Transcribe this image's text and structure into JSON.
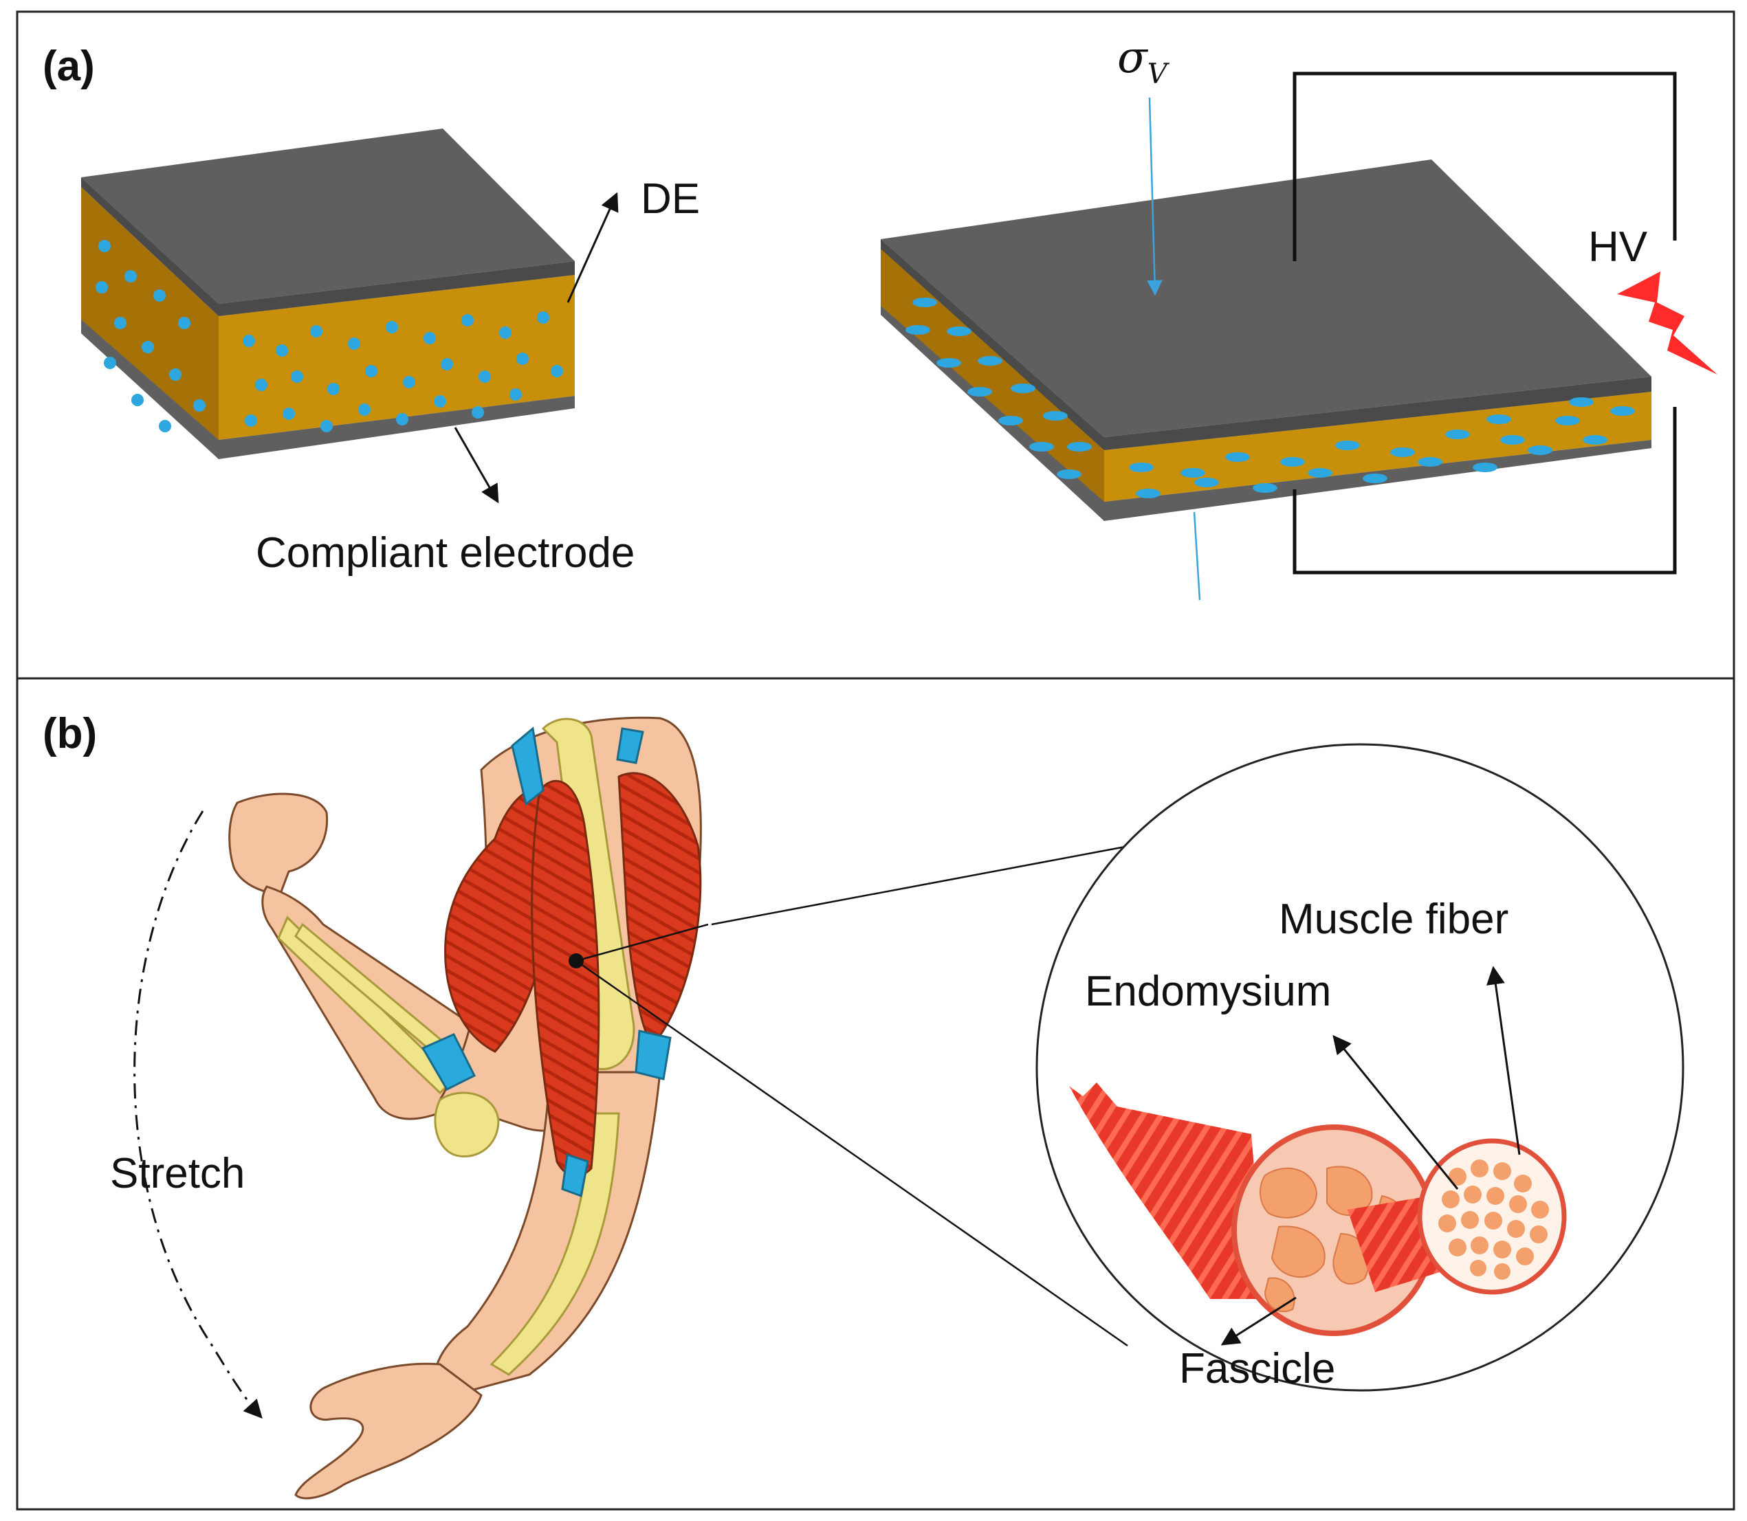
{
  "panels": {
    "a": {
      "label": "(a)",
      "de_label": "DE",
      "electrode_label": "Compliant electrode",
      "stress_symbol": "σ",
      "stress_subscript": "V",
      "voltage_label": "HV"
    },
    "b": {
      "label": "(b)",
      "stretch_label": "Stretch",
      "muscle_fiber_label": "Muscle fiber",
      "endomysium_label": "Endomysium",
      "fascicle_label": "Fascicle"
    }
  },
  "colors": {
    "electrode": "#5f5f5f",
    "dielectric": "#c8900a",
    "particle": "#2ea6e0",
    "lightning": "#ff2a2a",
    "muscle": "#d93a1e",
    "bone": "#f0e48a",
    "tendon": "#2aa9dc",
    "skin": "#f6c3a0",
    "stress_arrow": "#3aa3de"
  }
}
